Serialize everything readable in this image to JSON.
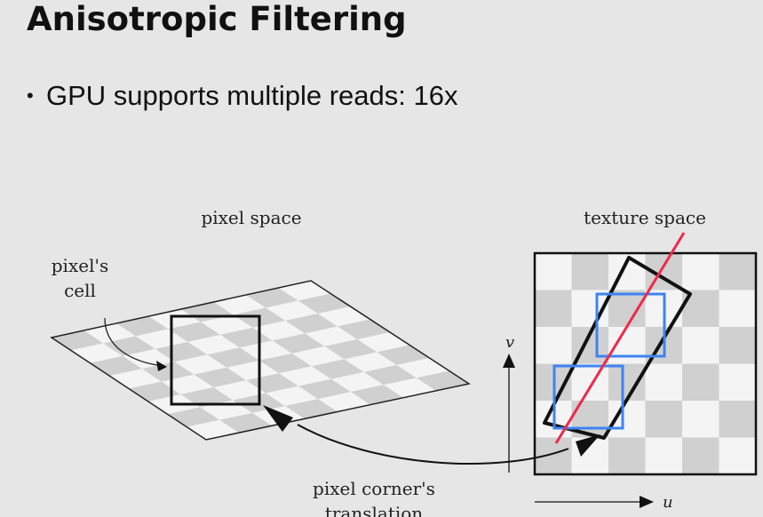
{
  "slide": {
    "title": "Anisotropic Filtering",
    "bullet_marker": "•",
    "bullet": "GPU supports multiple reads: 16x"
  },
  "diagram": {
    "pixel_space_label": "pixel space",
    "texture_space_label": "texture space",
    "pixel_cell_label_line1": "pixel's",
    "pixel_cell_label_line2": "cell",
    "corner_label_line1": "pixel corner's",
    "corner_label_line2": "translation",
    "v_axis_label": "v",
    "u_axis_label": "u",
    "colors": {
      "background": "#e6e6e6",
      "checker_dark": "#d0d0d0",
      "checker_light": "#f4f4f4",
      "footprint_line": "#ee2a4a",
      "sample_boxes": "#3d83f2",
      "outline": "#111111"
    }
  }
}
